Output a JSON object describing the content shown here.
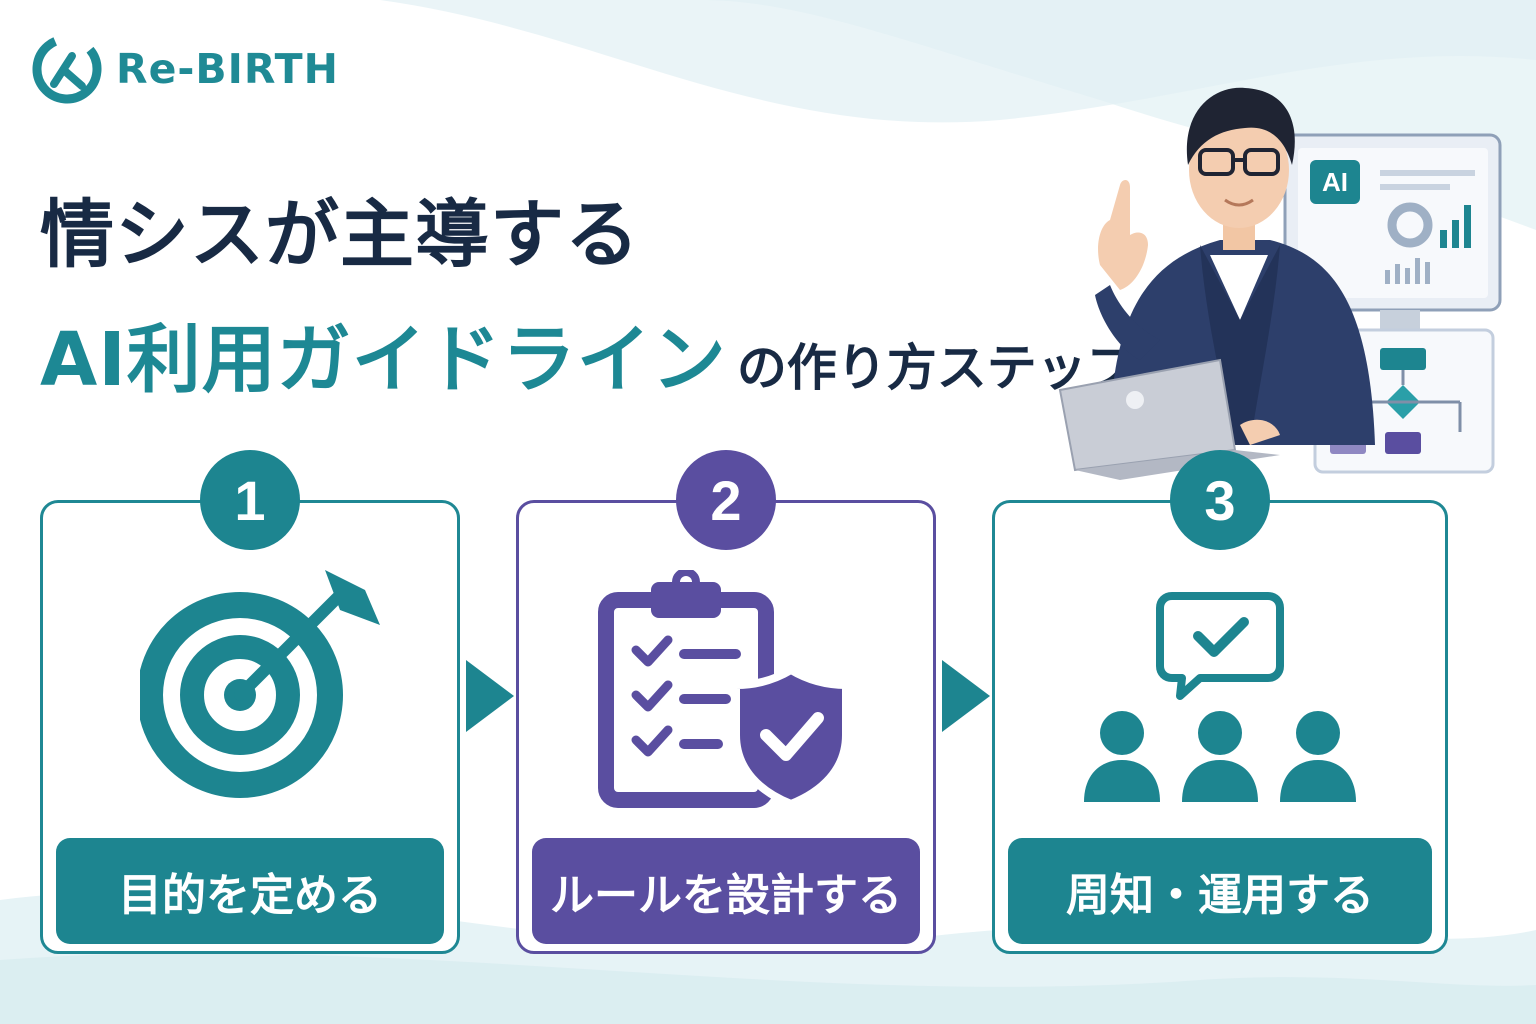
{
  "brand": {
    "name": "Re-BIRTH",
    "color": "#1f8a95"
  },
  "headline": {
    "line1": "情シスが主導する",
    "line2_accent": "AI利用ガイドライン",
    "line2_tail": "の作り方ステップ"
  },
  "illustration": {
    "monitor_label": "AI",
    "icon": "businessman-pointing-with-laptop-and-monitor"
  },
  "steps": [
    {
      "number": "1",
      "label": "目的を定める",
      "icon": "target-icon",
      "color": "#1d8590"
    },
    {
      "number": "2",
      "label": "ルールを設計する",
      "icon": "clipboard-shield-icon",
      "color": "#5a4ea0"
    },
    {
      "number": "3",
      "label": "周知・運用する",
      "icon": "team-chat-icon",
      "color": "#1d8590"
    }
  ],
  "colors": {
    "teal": "#1d8590",
    "purple": "#5a4ea0",
    "navy": "#182a44"
  }
}
